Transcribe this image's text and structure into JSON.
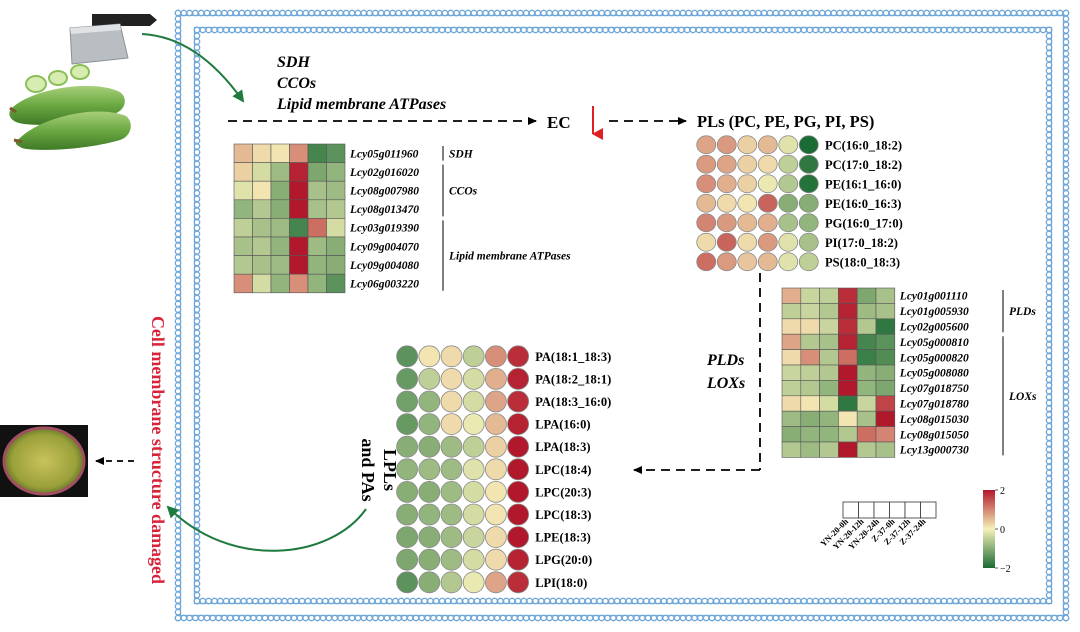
{
  "top_text": {
    "sdh": "SDH",
    "ccos": "CCOs",
    "atpases": "Lipid membrane ATPases",
    "ec": "EC",
    "pls": "PLs (PC, PE, PG, PI, PS)",
    "plds": "PLDs",
    "loxs": "LOXs",
    "lpls_line1": "LPLs",
    "lpls_line2": "and PAs",
    "damaged": "Cell membrane structure damaged"
  },
  "heatmap1": {
    "rows": [
      "Lcy05g011960",
      "Lcy02g016020",
      "Lcy08g007980",
      "Lcy08g013470",
      "Lcy03g019390",
      "Lcy09g004070",
      "Lcy09g004080",
      "Lcy06g003220"
    ],
    "groups": [
      {
        "label": "SDH",
        "start": 0,
        "end": 0
      },
      {
        "label": "CCOs",
        "start": 1,
        "end": 3
      },
      {
        "label": "Lipid membrane ATPases",
        "start": 4,
        "end": 7
      }
    ],
    "values": [
      [
        0.5,
        0.2,
        0.1,
        0.9,
        -1.6,
        -1.4
      ],
      [
        0.3,
        -0.3,
        -0.8,
        1.9,
        -1.1,
        -0.9
      ],
      [
        -0.2,
        0.1,
        -1.0,
        2.0,
        -0.7,
        -0.8
      ],
      [
        -0.9,
        -0.6,
        -1.0,
        2.0,
        -0.7,
        -0.6
      ],
      [
        -0.5,
        -0.7,
        -0.8,
        -1.6,
        1.2,
        -0.3
      ],
      [
        -0.7,
        -0.6,
        -0.9,
        2.0,
        -0.8,
        -1.0
      ],
      [
        -0.6,
        -0.7,
        -0.8,
        2.0,
        -0.9,
        -1.0
      ],
      [
        0.9,
        -0.3,
        -0.9,
        0.9,
        -0.9,
        -1.4
      ]
    ]
  },
  "heatmap2": {
    "rows": [
      "PC(16:0_18:2)",
      "PC(17:0_18:2)",
      "PE(16:1_16:0)",
      "PE(16:0_16:3)",
      "PG(16:0_17:0)",
      "PI(17:0_18:2)",
      "PS(18:0_18:3)"
    ],
    "values": [
      [
        0.7,
        0.8,
        0.3,
        0.5,
        -0.2,
        -2.0
      ],
      [
        0.8,
        0.7,
        0.3,
        0.2,
        -0.5,
        -1.8
      ],
      [
        0.9,
        0.6,
        0.3,
        -0.1,
        -0.6,
        -1.9
      ],
      [
        0.5,
        0.2,
        0.1,
        1.3,
        -1.0,
        -1.0
      ],
      [
        1.0,
        0.8,
        0.5,
        0.6,
        -0.7,
        -0.9
      ],
      [
        0.2,
        1.3,
        0.2,
        0.8,
        -0.2,
        -0.7
      ],
      [
        1.2,
        0.8,
        0.4,
        0.5,
        -0.2,
        -0.5
      ]
    ]
  },
  "heatmap3": {
    "rows": [
      "Lcy01g001110",
      "Lcy01g005930",
      "Lcy02g005600",
      "Lcy05g000810",
      "Lcy05g000820",
      "Lcy05g008080",
      "Lcy07g018750",
      "Lcy07g018780",
      "Lcy08g015030",
      "Lcy08g015050",
      "Lcy13g000730"
    ],
    "groups": [
      {
        "label": "PLDs",
        "start": 0,
        "end": 2
      },
      {
        "label": "LOXs",
        "start": 3,
        "end": 10
      }
    ],
    "values": [
      [
        0.6,
        -0.4,
        -0.5,
        1.8,
        -1.1,
        -0.7
      ],
      [
        -0.5,
        -0.4,
        -0.6,
        1.9,
        -0.8,
        -0.7
      ],
      [
        0.2,
        0.2,
        -0.4,
        1.8,
        -0.6,
        -1.8
      ],
      [
        0.7,
        -0.6,
        -0.7,
        1.9,
        -1.6,
        -1.4
      ],
      [
        0.2,
        0.9,
        -0.6,
        1.2,
        -1.7,
        -1.5
      ],
      [
        -0.4,
        -0.5,
        -0.6,
        2.0,
        -0.9,
        -1.0
      ],
      [
        -0.5,
        -0.6,
        -0.9,
        2.0,
        -0.9,
        -1.1
      ],
      [
        0.2,
        0.1,
        -0.3,
        -1.8,
        -0.4,
        1.6
      ],
      [
        -0.8,
        -1.0,
        -0.9,
        0.1,
        -0.7,
        2.0
      ],
      [
        -1.0,
        -0.9,
        -0.9,
        -0.6,
        1.2,
        1.0
      ],
      [
        -0.6,
        -0.8,
        -0.6,
        2.0,
        -0.6,
        -0.7
      ]
    ]
  },
  "heatmap4": {
    "rows": [
      "PA(18:1_18:3)",
      "PA(18:2_18:1)",
      "PA(18:3_16:0)",
      "LPA(16:0)",
      "LPA(18:3)",
      "LPC(18:4)",
      "LPC(20:3)",
      "LPC(18:3)",
      "LPE(18:3)",
      "LPG(20:0)",
      "LPI(18:0)"
    ],
    "values": [
      [
        -1.4,
        0.1,
        0.2,
        -0.5,
        0.9,
        1.8
      ],
      [
        -1.3,
        -0.5,
        0.2,
        -0.3,
        0.6,
        1.9
      ],
      [
        -1.2,
        -0.9,
        0.2,
        -0.3,
        0.7,
        1.8
      ],
      [
        -1.3,
        -0.9,
        0.2,
        -0.1,
        0.5,
        1.9
      ],
      [
        -1.0,
        -1.0,
        -0.8,
        -0.5,
        0.3,
        2.0
      ],
      [
        -0.9,
        -0.8,
        -0.8,
        -0.2,
        0.2,
        2.0
      ],
      [
        -1.0,
        -1.0,
        -0.8,
        -0.3,
        0.1,
        2.0
      ],
      [
        -1.0,
        -0.9,
        -0.8,
        -0.3,
        0.1,
        2.0
      ],
      [
        -1.1,
        -1.0,
        -0.8,
        -0.4,
        0.2,
        2.0
      ],
      [
        -1.1,
        -1.0,
        -0.8,
        -0.3,
        0.2,
        1.9
      ],
      [
        -1.4,
        -1.0,
        -0.6,
        -0.1,
        0.7,
        1.8
      ]
    ]
  },
  "legend": {
    "columns": [
      "YN-20-0h",
      "YN-20-12h",
      "YN-20-24h",
      "Z-37-0h",
      "Z-37-12h",
      "Z-37-24h"
    ],
    "scale_labels": [
      "2",
      "0",
      "−2"
    ],
    "scale_max": 2,
    "scale_min": -2
  },
  "colors": {
    "membrane": "#6fa7d8",
    "arrow_green": "#1f7a3f",
    "down_red": "#e02020",
    "damaged_text": "#d8243a",
    "scale_high": "#b2182b",
    "scale_mid": "#f5f0b8",
    "scale_low": "#1a6b34"
  }
}
